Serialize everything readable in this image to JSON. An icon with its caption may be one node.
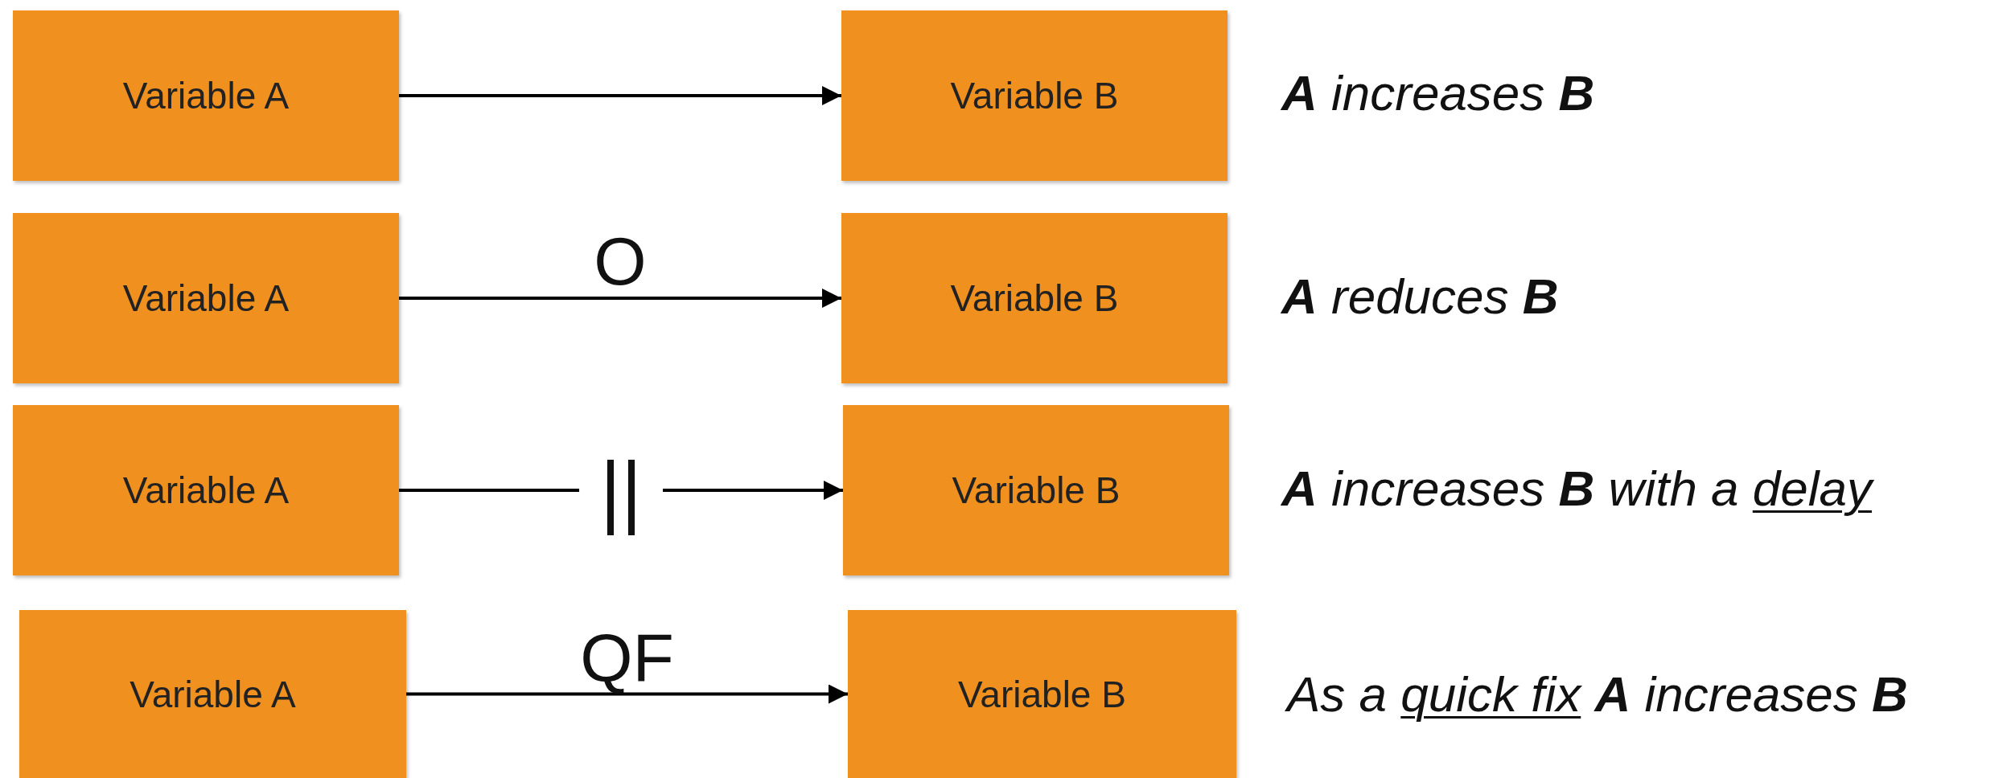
{
  "diagram": {
    "nodes": [
      {
        "text": [
          "Variable A"
        ]
      },
      {
        "text": [
          "Variable B"
        ]
      },
      {
        "text": [
          "Variable A"
        ]
      },
      {
        "text": [
          "Variable B"
        ]
      },
      {
        "text": [
          "Variable A"
        ]
      },
      {
        "text": [
          "Variable B"
        ]
      },
      {
        "text": [
          "Variable A"
        ]
      },
      {
        "text": [
          "Variable B"
        ]
      }
    ],
    "edges": [
      {
        "from": 0,
        "to": 1,
        "arrow": "to"
      },
      {
        "from": 2,
        "to": 3,
        "arrow": "to",
        "label": "O"
      },
      {
        "from": 4,
        "to": 5,
        "arrow": "to",
        "label": "||"
      },
      {
        "from": 6,
        "to": 7,
        "arrow": "to",
        "label": "QF"
      }
    ],
    "labels": [
      "**A** increases **B**",
      "**A** reduces **B**",
      "**A** increases **B** with a *delay*",
      "As a *quick fix* **A** increases **B**"
    ]
  }
}
